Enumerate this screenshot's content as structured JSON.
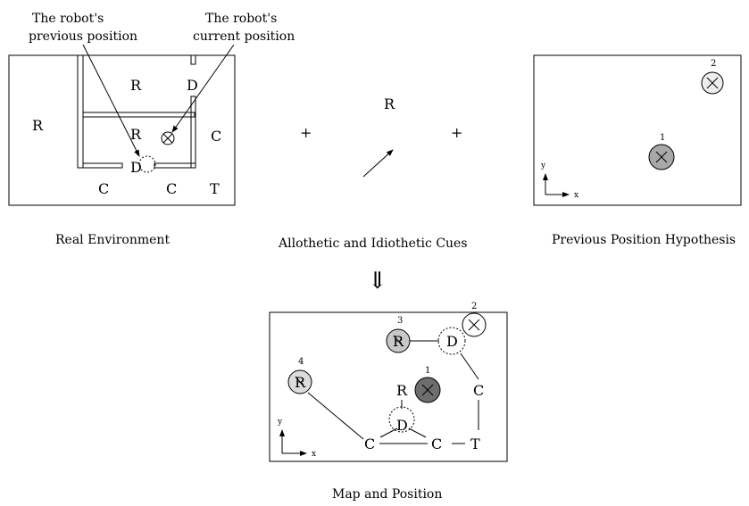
{
  "annotations": {
    "previous": [
      "The robot's",
      "previous position"
    ],
    "current": [
      "The robot's",
      "current position"
    ]
  },
  "captions": {
    "real_environment": "Real Environment",
    "cues": "Allothetic and Idiothetic  Cues",
    "hypothesis": "Previous Position Hypothesis",
    "map": "Map and Position"
  },
  "labels": {
    "room": "R",
    "door": "D",
    "corridor": "C",
    "transition": "T",
    "plus": "+",
    "down_arrow": "⇓",
    "axis_x": "x",
    "axis_y": "y"
  },
  "hypotheses": {
    "one": "1",
    "two": "2",
    "three": "3",
    "four": "4"
  },
  "colors": {
    "light_gray": "#d9d9d9",
    "mid_gray": "#a8a8a8",
    "dark_gray": "#6e6e6e",
    "hypothesis_gray": "#c8c8c8"
  }
}
